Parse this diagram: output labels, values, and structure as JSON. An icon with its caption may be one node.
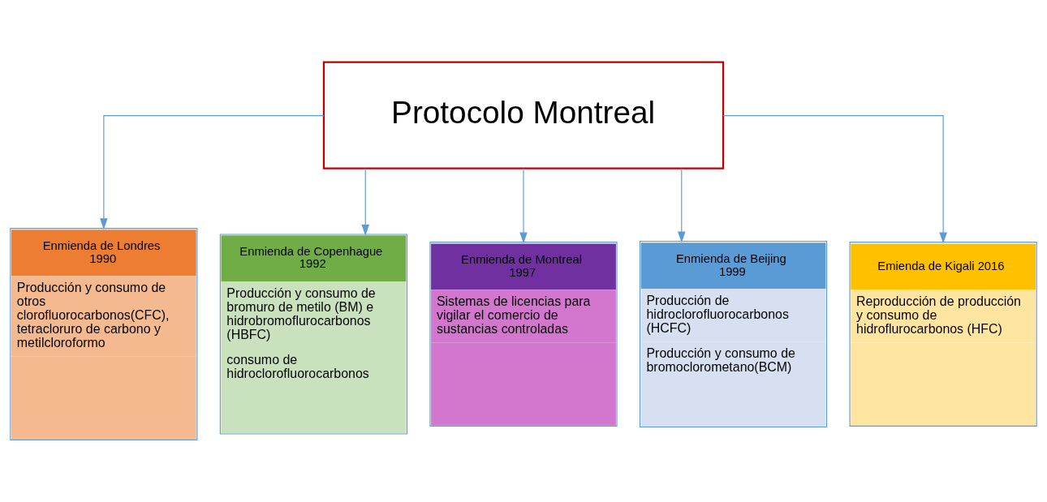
{
  "diagram": {
    "nodes": [
      {
        "text": [
          "Protocolo Montreal"
        ]
      },
      {
        "text": [
          "Enmienda de Londres 1990",
          "Producción y consumo de otros clorofluorocarbonos(CFC), tetracloruro de carbono y metilcloroformo"
        ]
      },
      {
        "text": [
          "Enmienda de Copenhague 1992",
          "Producción y consumo de bromuro de metilo (BM) e hidrobromoflurocarbonos (HBFC)",
          "consumo de hidroclorofluorocarbonos"
        ]
      },
      {
        "text": [
          "Enmienda de Montreal 1997",
          "Sistemas de licencias para vigilar el comercio de sustancias controladas"
        ]
      },
      {
        "text": [
          "Enmienda de Beijing 1999",
          "Producción de hidroclorofluorocarbonos (HCFC)",
          "Producción y consumo de bromoclorometano(BCM)"
        ]
      },
      {
        "text": [
          "Emienda de Kigali 2016",
          "Reproducción de producción y consumo de hidroflurocarbonos (HFC)"
        ]
      }
    ],
    "edges": [
      {
        "from": 0,
        "to": 1,
        "arrow": "to"
      },
      {
        "from": 0,
        "to": 2,
        "arrow": "to"
      },
      {
        "from": 0,
        "to": 3,
        "arrow": "to"
      },
      {
        "from": 0,
        "to": 4,
        "arrow": "to"
      },
      {
        "from": 0,
        "to": 5,
        "arrow": "to"
      }
    ]
  }
}
